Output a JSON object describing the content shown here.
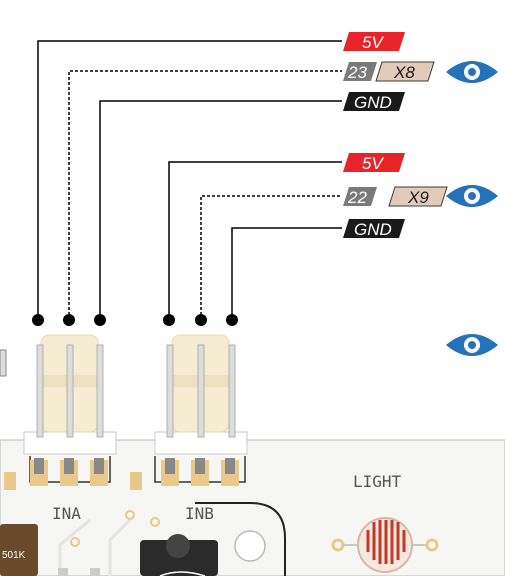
{
  "pins_group_a": {
    "vcc": "5V",
    "signal_num": "23",
    "signal_port": "X8",
    "gnd": "GND"
  },
  "pins_group_b": {
    "vcc": "5V",
    "signal_num": "22",
    "signal_port": "X9",
    "gnd": "GND"
  },
  "board": {
    "connector_a": "INA",
    "connector_b": "INB",
    "sensor_label": "LIGHT",
    "resistor_code": "501K"
  },
  "icons": [
    "eye-icon",
    "eye-icon",
    "eye-icon"
  ],
  "colors": {
    "vcc": "#e8232a",
    "gnd": "#1a1a1a",
    "signal_num": "#7a7a7a",
    "port": "#e2cbb8",
    "eye": "#2472b8",
    "connector": "#f5ecd2"
  }
}
